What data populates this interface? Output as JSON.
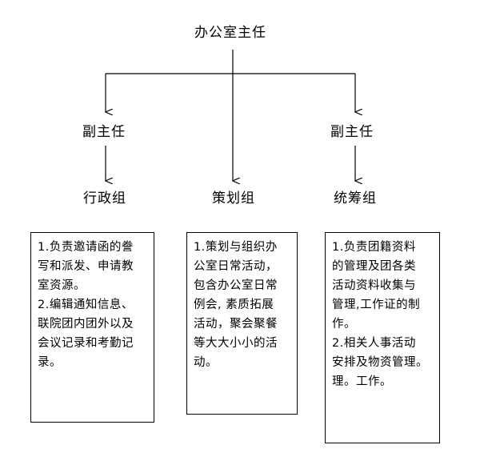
{
  "nodes": {
    "director": "办公室主任",
    "deputy_left": "副主任",
    "deputy_right": "副主任",
    "admin_group": "行政组",
    "planning_group": "策划组",
    "coordination_group": "统筹组"
  },
  "duties": {
    "admin": [
      "1.负责邀请函的誊",
      "写和派发、申请教",
      "室资源。",
      "2.编辑通知信息、",
      "联院团内团外以及",
      "会议记录和考勤记",
      "录。"
    ],
    "planning": [
      "1.策划与组织办",
      "公室日常活动，",
      "包含办公室日常",
      "例会, 素质拓展",
      "活动，聚会聚餐",
      "等大大小小的活",
      "动。"
    ],
    "coordination": [
      "1.负责团籍资料",
      "的管理及团各类",
      "活动资料收集与",
      "管理,工作证的制",
      "作。",
      "2.相关人事活动",
      "安排及物资管理。",
      "理。工作。"
    ]
  }
}
